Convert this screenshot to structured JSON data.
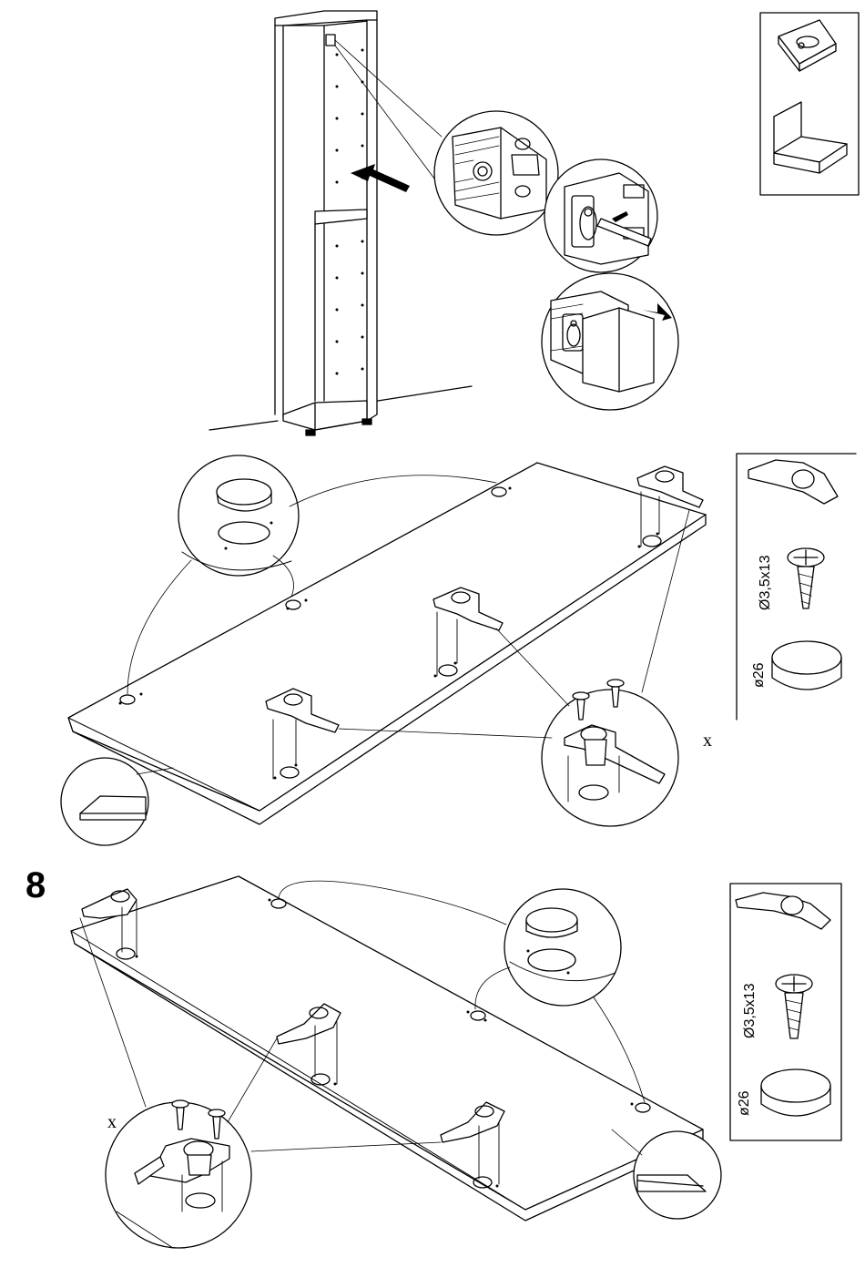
{
  "step": {
    "number": "8"
  },
  "multiplier": {
    "text": "x"
  },
  "parts": {
    "screw_label": "Ø3,5x13",
    "cap_label": "ø26"
  },
  "icons": [
    "cabinet-icon",
    "hinge-icon",
    "screw-icon",
    "cover-cap-icon",
    "door-panel-icon",
    "mounting-plate-icon",
    "corner-bracket-icon",
    "arrow-icon"
  ]
}
